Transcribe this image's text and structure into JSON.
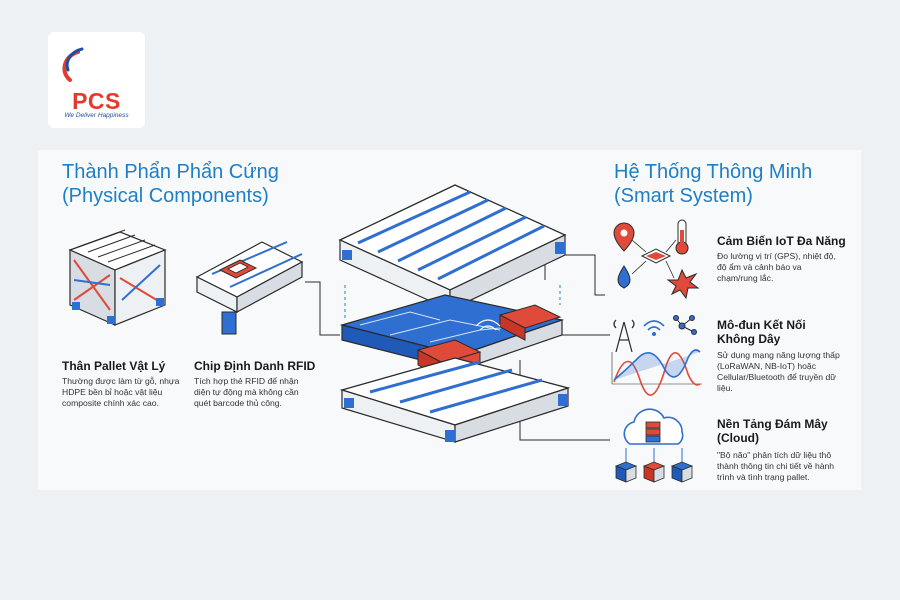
{
  "logo": {
    "brand": "PCS",
    "tagline": "We Deliver Happiness",
    "colors": {
      "red": "#e23a2c",
      "blue": "#1d4fa5"
    }
  },
  "left_section": {
    "title_line1": "Thành Phẩn Phẩn Cứng",
    "title_line2": "(Physical Components)",
    "items": [
      {
        "label": "Thân Pallet Vật Lý",
        "description": "Thường được làm từ gỗ, nhựa HDPE bền bỉ hoặc vật liệu composite chính xác cao."
      },
      {
        "label": "Chip Định Danh RFID",
        "description": "Tích hợp thẻ RFID để nhận diện tự động mà không cần quét barcode thủ công."
      }
    ]
  },
  "right_section": {
    "title_line1": "Hệ Thống Thông Minh",
    "title_line2": "(Smart System)",
    "items": [
      {
        "label_line1": "Cảm Biến IoT Đa Năng",
        "label_line2": "",
        "description": "Đo lường vị trí (GPS), nhiệt độ, độ ẩm và cảnh báo va chạm/rung lắc."
      },
      {
        "label_line1": "Mô-đun Kết Nối",
        "label_line2": "Không Dây",
        "description": "Sử dụng mạng năng lượng thấp (LoRaWAN, NB-IoT) hoặc Cellular/Bluetooth để truyền dữ liệu."
      },
      {
        "label_line1": "Nền Tảng Đám Mây",
        "label_line2": "(Cloud)",
        "description": "\"Bộ não\" phân tích dữ liệu thô thành thông tin chi tiết về hành trình và tình trạng pallet."
      }
    ]
  },
  "colors": {
    "heading": "#1f7fc4",
    "accent_blue": "#2f6fd1",
    "accent_red": "#e04a3a",
    "line": "#2b2b2b"
  }
}
